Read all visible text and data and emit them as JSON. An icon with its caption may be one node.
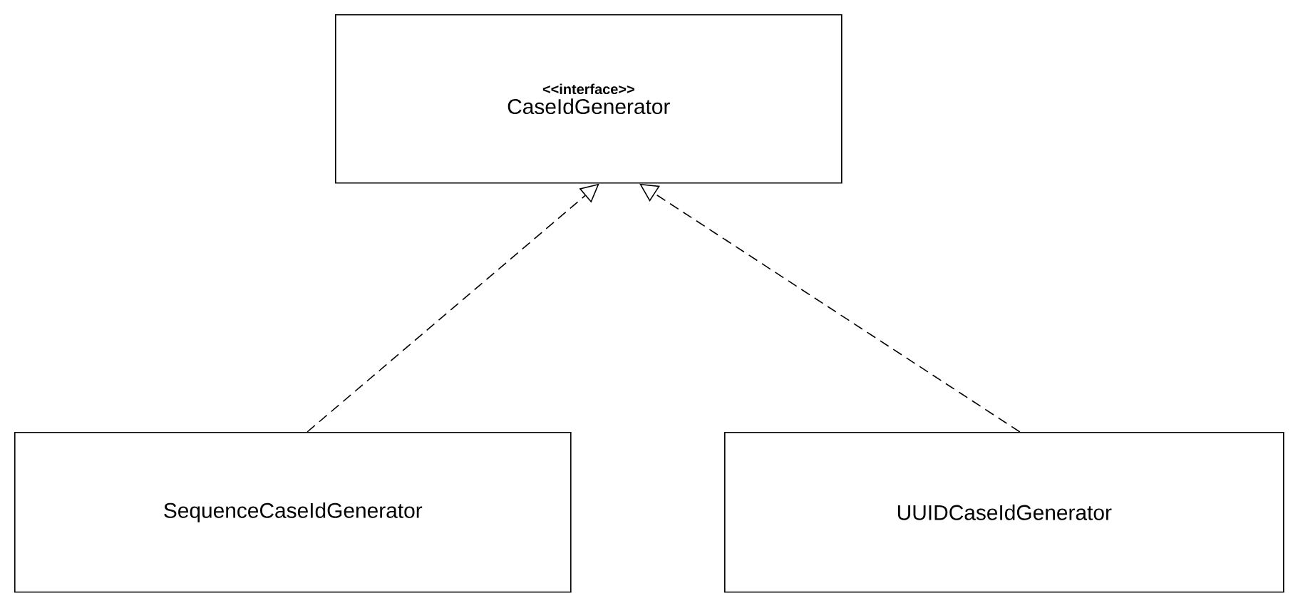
{
  "diagram": {
    "nodes": [
      {
        "text": [
          "<<interface>>",
          "CaseIdGenerator"
        ]
      },
      {
        "text": [
          "SequenceCaseIdGenerator"
        ]
      },
      {
        "text": [
          "UUIDCaseIdGenerator"
        ]
      }
    ],
    "edges": [
      {
        "from": 1,
        "to": 0,
        "arrow": "to",
        "style": "dashed"
      },
      {
        "from": 2,
        "to": 0,
        "arrow": "to",
        "style": "dashed"
      }
    ]
  }
}
